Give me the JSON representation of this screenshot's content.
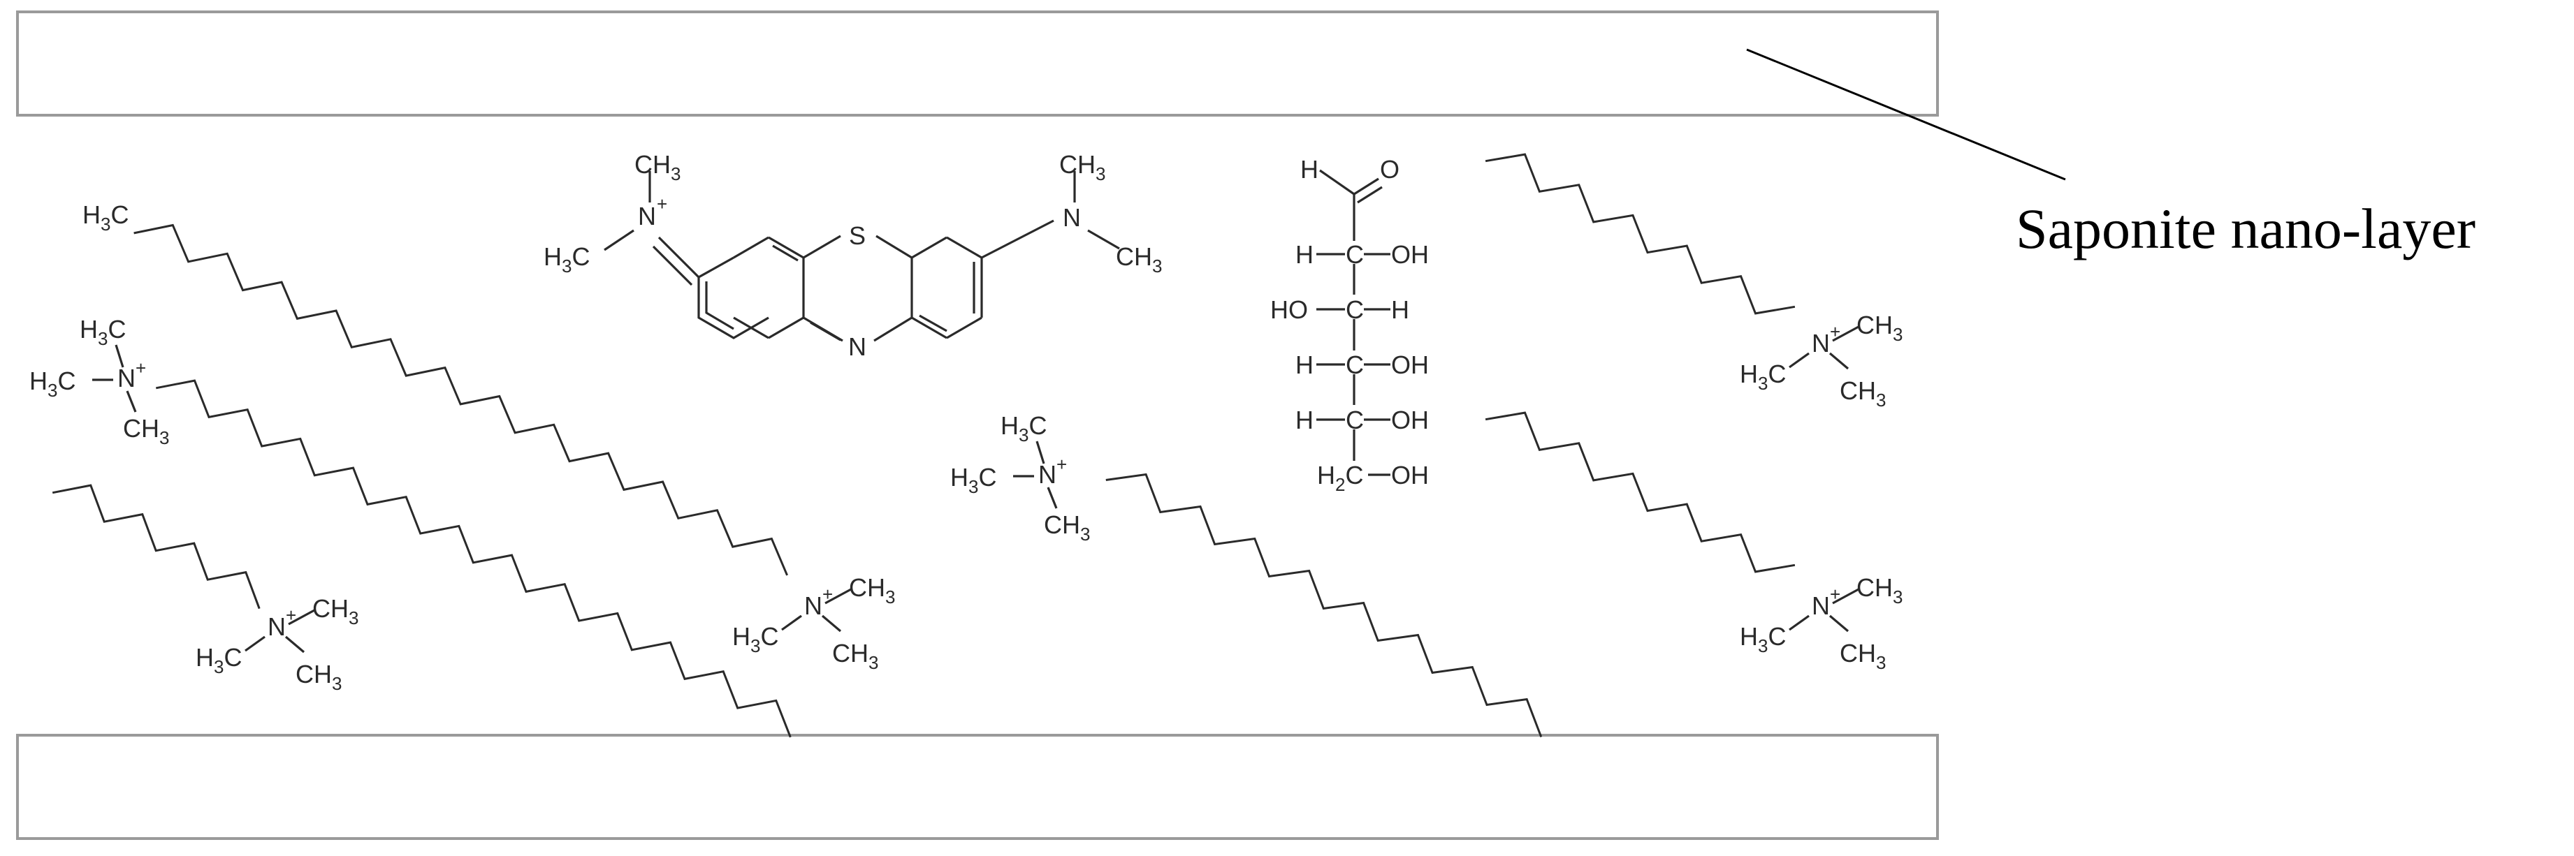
{
  "annotation": {
    "label": "Saponite nano-layer"
  },
  "molecules": {
    "methylene_blue": {
      "left_group": [
        "H",
        "3",
        "C",
        "N",
        "+",
        "C",
        "H",
        "3"
      ],
      "right_group": [
        "N",
        "C",
        "H",
        "3",
        "C",
        "H",
        "3"
      ],
      "ring_atoms": [
        "S",
        "N"
      ]
    },
    "glucose": {
      "rows": [
        {
          "left": "H",
          "right": "O"
        },
        {
          "left": "H",
          "center": "C",
          "right": "OH"
        },
        {
          "left": "HO",
          "center": "C",
          "right": "H"
        },
        {
          "left": "H",
          "center": "C",
          "right": "OH"
        },
        {
          "left": "H",
          "center": "C",
          "right": "OH"
        },
        {
          "left": "H",
          "sub": "2",
          "center": "C",
          "right": "OH"
        }
      ]
    },
    "ammonium_head": {
      "methyl": [
        "H",
        "3",
        "C",
        "C",
        "H",
        "3"
      ],
      "nitrogen": "N",
      "charge": "+"
    }
  }
}
